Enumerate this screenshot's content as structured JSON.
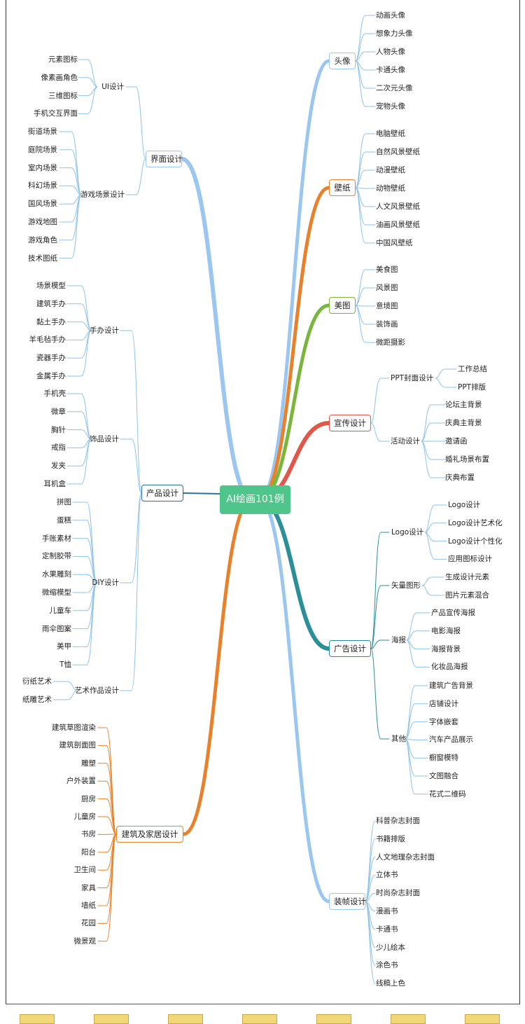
{
  "root": "AI绘画101例",
  "colors": {
    "blue": "#9ac6f0",
    "orange": "#e8812b",
    "green": "#7ab63c",
    "red": "#e0574a",
    "teal": "#2a8f98",
    "darkblue": "#2f6f9a",
    "leafline": "#8fc2e8"
  },
  "right_branches": [
    {
      "label": "头像",
      "color": "#9ac6f0",
      "leaves": [
        "动画头像",
        "想象力头像",
        "人物头像",
        "卡通头像",
        "二次元头像",
        "宠物头像"
      ]
    },
    {
      "label": "壁纸",
      "color": "#e8812b",
      "leaves": [
        "电脑壁纸",
        "自然风景壁纸",
        "动漫壁纸",
        "动物壁纸",
        "人文风景壁纸",
        "油画风景壁纸",
        "中国风壁纸"
      ]
    },
    {
      "label": "美图",
      "color": "#7ab63c",
      "leaves": [
        "美食图",
        "风景图",
        "意境图",
        "装饰画",
        "微距摄影"
      ]
    },
    {
      "label": "宣传设计",
      "color": "#e0574a",
      "subs": [
        {
          "label": "PPT封面设计",
          "leaves": [
            "工作总结",
            "PPT排版"
          ]
        },
        {
          "label": "活动设计",
          "leaves": [
            "论坛主背景",
            "庆典主背景",
            "邀请函",
            "婚礼场景布置",
            "庆典布置"
          ]
        }
      ]
    },
    {
      "label": "广告设计",
      "color": "#2a8f98",
      "subs": [
        {
          "label": "Logo设计",
          "leaves": [
            "Logo设计",
            "Logo设计艺术化",
            "Logo设计个性化",
            "应用图标设计"
          ]
        },
        {
          "label": "矢量图形",
          "leaves": [
            "生成设计元素",
            "图片元素混合"
          ]
        },
        {
          "label": "海报",
          "leaves": [
            "产品宣传海报",
            "电影海报",
            "海报背景",
            "化妆品海报"
          ]
        },
        {
          "label": "其他",
          "leaves": [
            "建筑广告背景",
            "店铺设计",
            "字体嵌套",
            "汽车产品展示",
            "橱窗模特",
            "文图融合",
            "花式二维码"
          ]
        }
      ]
    },
    {
      "label": "装帧设计",
      "color": "#9ac6f0",
      "leaves": [
        "科普杂志封面",
        "书籍排版",
        "人文地理杂志封面",
        "立体书",
        "时尚杂志封面",
        "漫画书",
        "卡通书",
        "少儿绘本",
        "涂色书",
        "线稿上色"
      ]
    }
  ],
  "left_branches": [
    {
      "label": "界面设计",
      "color": "#9ac6f0",
      "subs": [
        {
          "label": "UI设计",
          "leaves": [
            "元素图标",
            "像素画角色",
            "三维图标",
            "手机交互界面"
          ]
        },
        {
          "label": "游戏场景设计",
          "leaves": [
            "街道场景",
            "庭院场景",
            "室内场景",
            "科幻场景",
            "国风场景",
            "游戏地图",
            "游戏角色",
            "技术图纸"
          ]
        }
      ]
    },
    {
      "label": "产品设计",
      "color": "#2f6f9a",
      "subs": [
        {
          "label": "手办设计",
          "leaves": [
            "场景模型",
            "建筑手办",
            "黏土手办",
            "羊毛毡手办",
            "瓷器手办",
            "金属手办"
          ]
        },
        {
          "label": "饰品设计",
          "leaves": [
            "手机壳",
            "微章",
            "胸针",
            "戒指",
            "发夹",
            "耳机盒"
          ]
        },
        {
          "label": "DIY设计",
          "leaves": [
            "拼图",
            "蛋糕",
            "手账素材",
            "定制胶带",
            "水果雕刻",
            "微缩模型",
            "儿童车",
            "雨伞图案",
            "美甲",
            "T恤"
          ]
        },
        {
          "label": "艺术作品设计",
          "leaves": [
            "衍纸艺术",
            "纸雕艺术"
          ]
        }
      ]
    },
    {
      "label": "建筑及家居设计",
      "color": "#e8812b",
      "leaves": [
        "建筑草图渲染",
        "建筑剖面图",
        "雕塑",
        "户外装置",
        "厨房",
        "儿童房",
        "书房",
        "阳台",
        "卫生间",
        "家具",
        "墙纸",
        "花园",
        "微景观"
      ]
    }
  ]
}
